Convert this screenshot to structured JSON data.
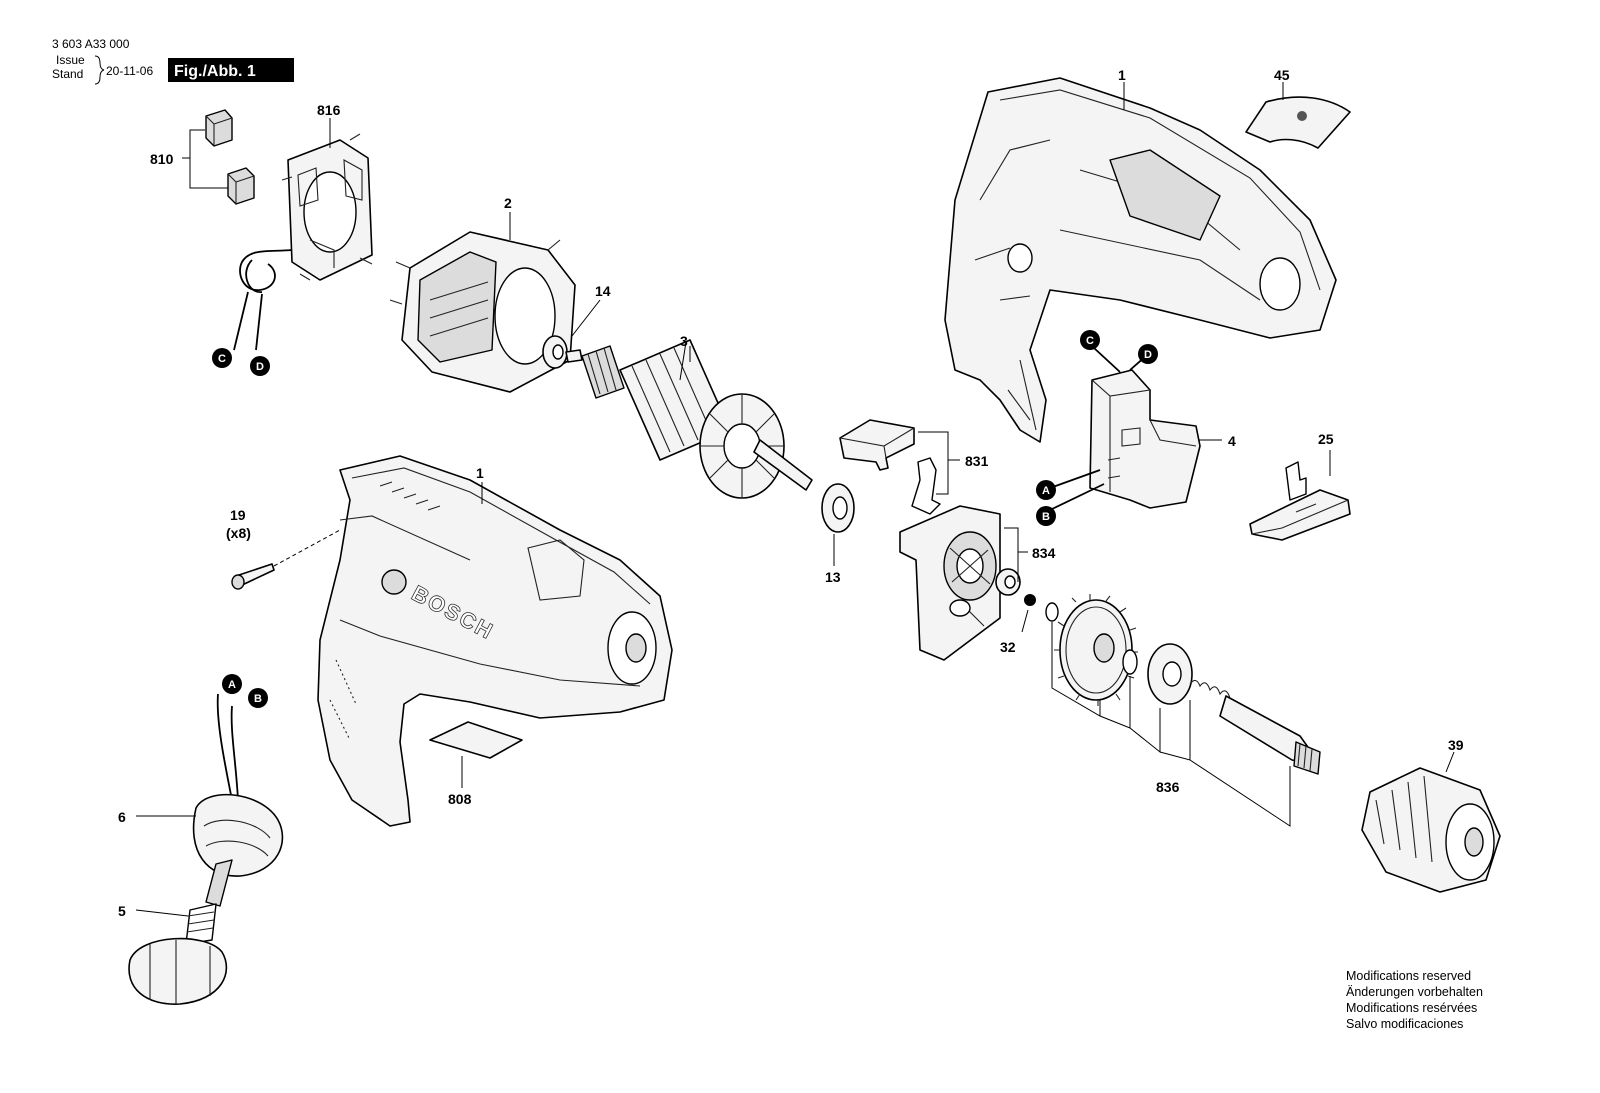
{
  "header": {
    "doc_number": "3 603 A33 000",
    "issue_label": "Issue",
    "stand_label": "Stand",
    "date": "20-11-06",
    "figure_badge": "Fig./Abb. 1"
  },
  "labels": {
    "p816": "816",
    "p810": "810",
    "p2": "2",
    "p14": "14",
    "p3": "3",
    "p1_top": "1",
    "p45": "45",
    "p4": "4",
    "p25": "25",
    "p831": "831",
    "p834": "834",
    "p32": "32",
    "p13": "13",
    "p1_main": "1",
    "p19": "19",
    "p19_qty": "(x8)",
    "p808": "808",
    "p6": "6",
    "p5": "5",
    "p836": "836",
    "p39": "39"
  },
  "markers": {
    "a": "A",
    "b": "B",
    "c": "C",
    "d": "D"
  },
  "brand": "BOSCH",
  "notice": [
    "Modifications reserved",
    "Änderungen vorbehalten",
    "Modifications resérvées",
    "Salvo modificaciones"
  ]
}
